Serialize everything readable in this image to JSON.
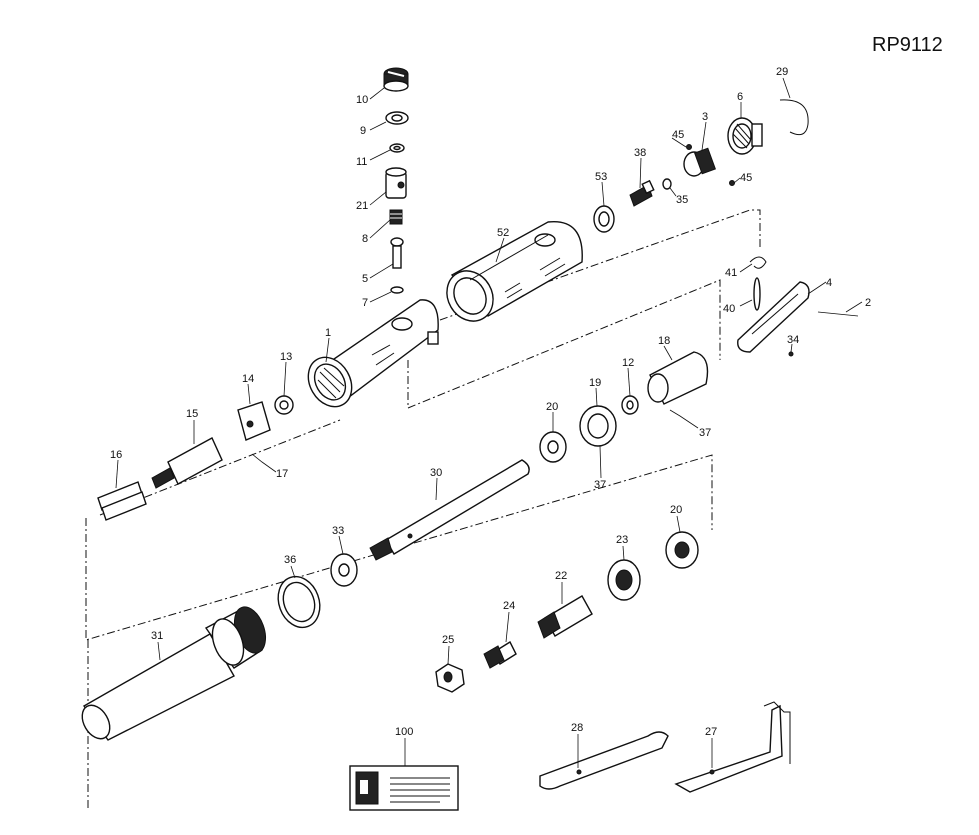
{
  "model_code": "RP9112",
  "parts": {
    "p1": "1",
    "p2": "2",
    "p3": "3",
    "p4": "4",
    "p5": "5",
    "p6": "6",
    "p7": "7",
    "p8": "8",
    "p9": "9",
    "p10": "10",
    "p11": "11",
    "p12": "12",
    "p13": "13",
    "p14": "14",
    "p15": "15",
    "p16": "16",
    "p17": "17",
    "p18": "18",
    "p19": "19",
    "p20a": "20",
    "p20b": "20",
    "p21": "21",
    "p22": "22",
    "p23": "23",
    "p24": "24",
    "p25": "25",
    "p27": "27",
    "p28": "28",
    "p29": "29",
    "p30": "30",
    "p31": "31",
    "p33": "33",
    "p34": "34",
    "p35": "35",
    "p36": "36",
    "p37a": "37",
    "p37b": "37",
    "p38": "38",
    "p40": "40",
    "p41": "41",
    "p45a": "45",
    "p45b": "45",
    "p52": "52",
    "p53": "53",
    "p100": "100"
  },
  "decal_icon": "warning-decal-icon"
}
